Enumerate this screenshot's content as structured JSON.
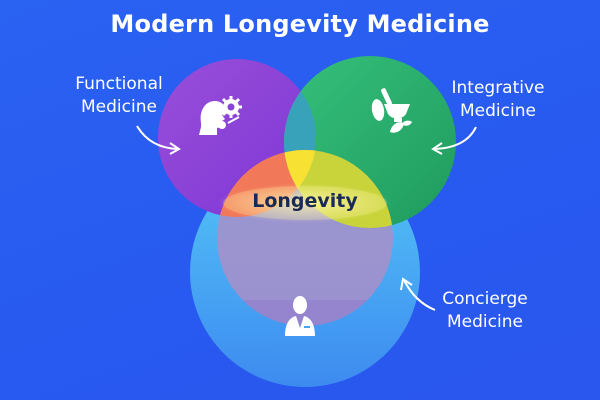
{
  "title": "Modern Longevity Medicine",
  "center_label": "Longevity",
  "circles": [
    {
      "name": "Functional Medicine",
      "line1": "Functional",
      "line2": "Medicine",
      "color": "#8e3fd6",
      "icon": "head-gears-icon"
    },
    {
      "name": "Integrative Medicine",
      "line1": "Integrative",
      "line2": "Medicine",
      "color": "#27ae68",
      "icon": "mortar-pestle-herbs-icon"
    },
    {
      "name": "Concierge Medicine",
      "line1": "Concierge",
      "line2": "Medicine",
      "color": "#4cc3f5",
      "icon": "doctor-icon"
    }
  ],
  "colors": {
    "background": "#2a5df0",
    "overlap_orange": "#f2785a",
    "overlap_yellow": "#f7e233",
    "text_dark": "#1a2a55"
  }
}
